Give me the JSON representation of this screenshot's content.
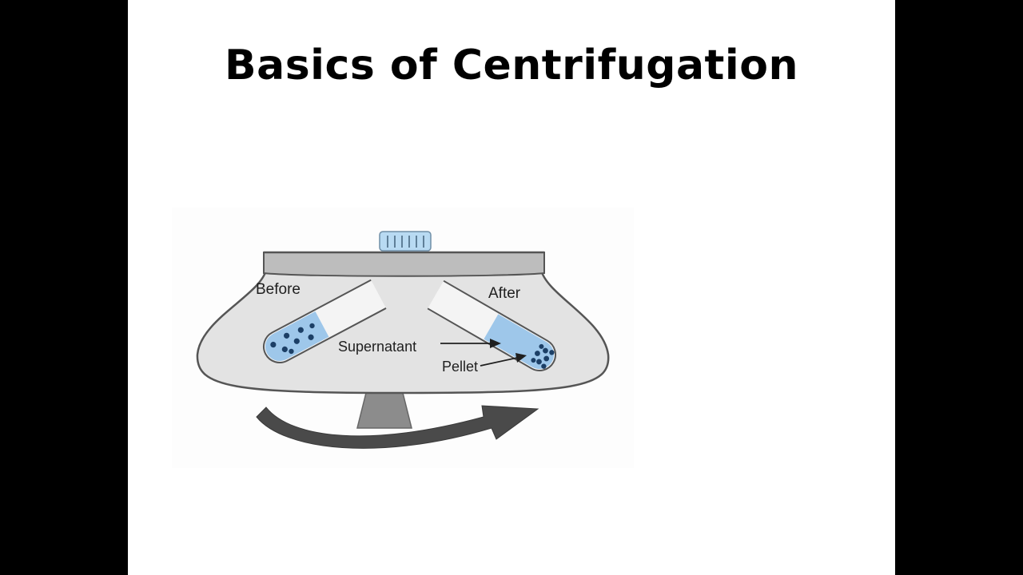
{
  "slide": {
    "title": "Basics of Centrifugation"
  },
  "diagram": {
    "labels": {
      "before": "Before",
      "after": "After",
      "supernatant": "Supernatant",
      "pellet": "Pellet"
    },
    "colors": {
      "background": "#000000",
      "slide": "#ffffff",
      "rotor_body": "#e3e3e3",
      "rotor_lid": "#bdbdbd",
      "outline": "#555555",
      "stand": "#8c8c8c",
      "liquid": "#9ec7ea",
      "particles": "#1c3f66",
      "arrow": "#4a4a4a",
      "cap": "#b8daf2"
    }
  }
}
